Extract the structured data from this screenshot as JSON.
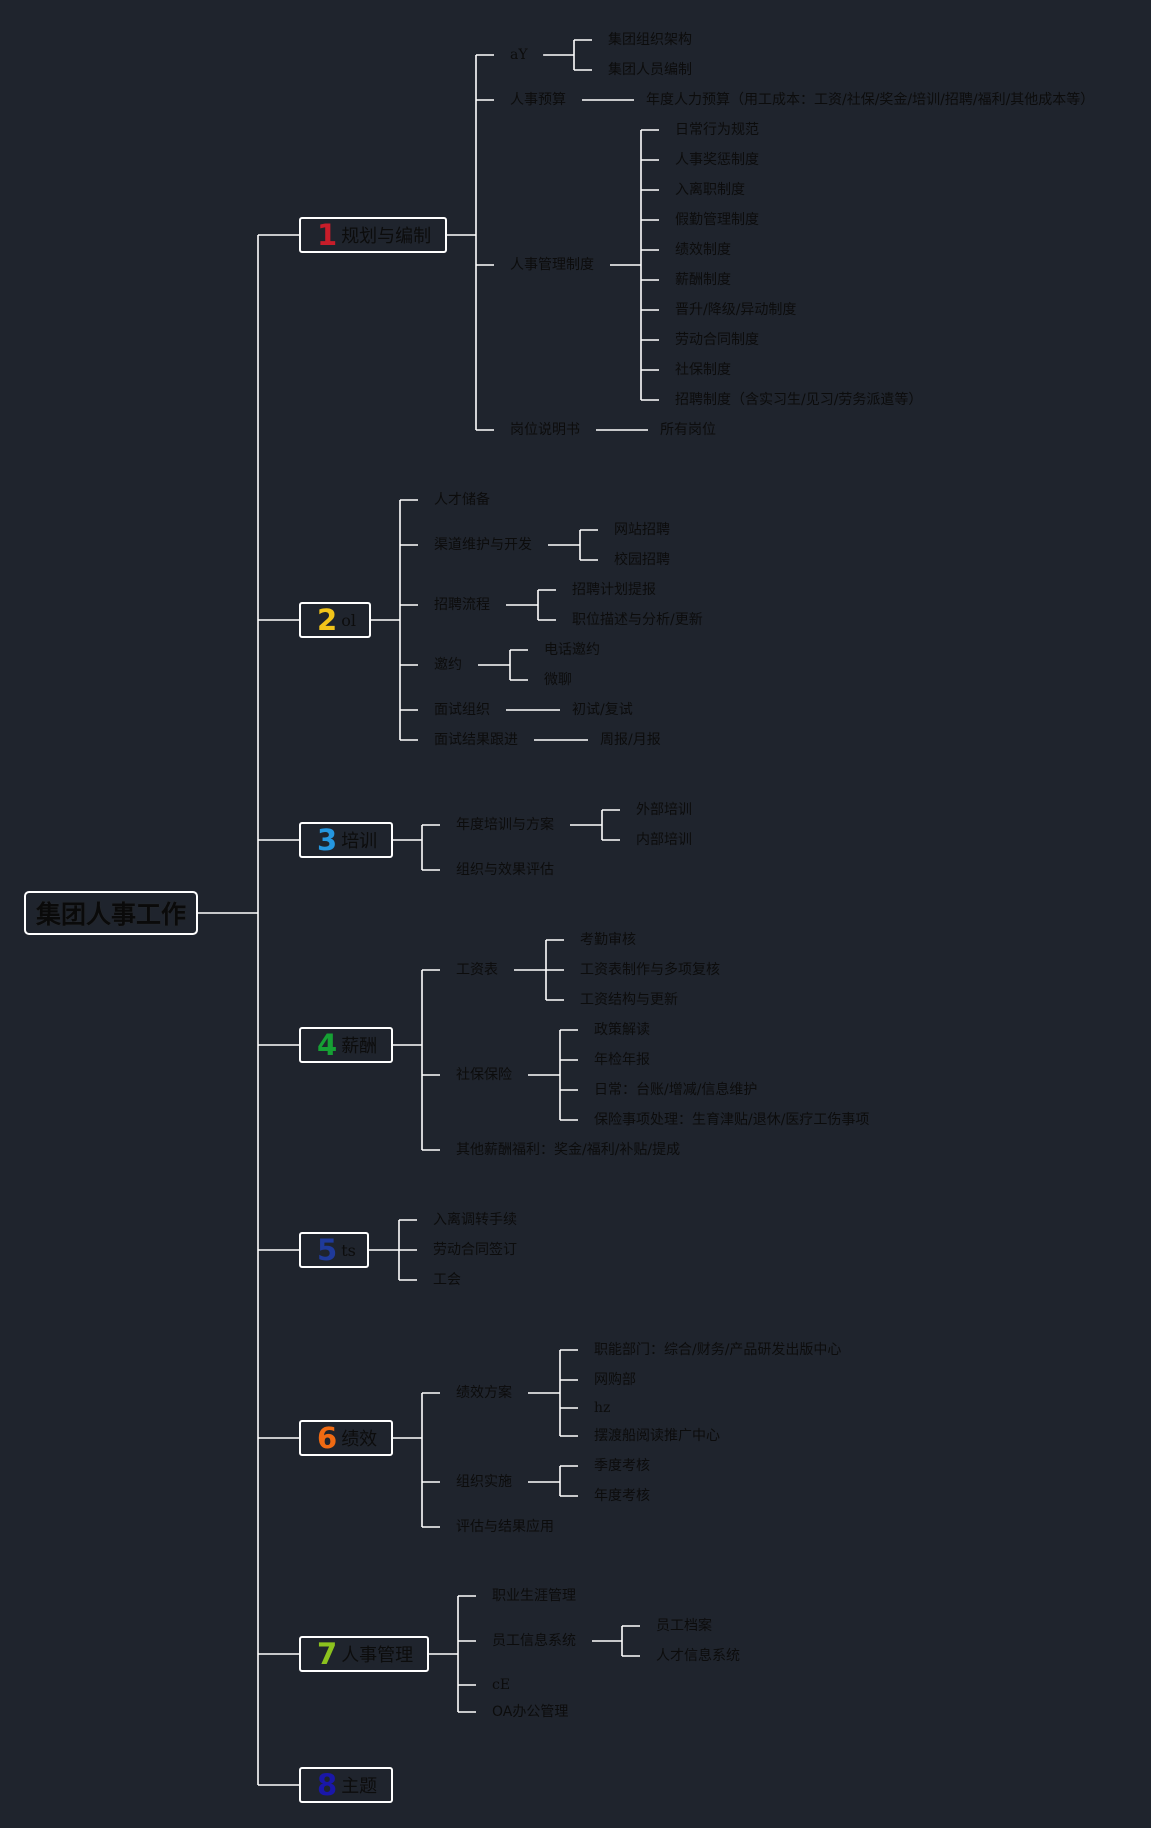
{
  "root": {
    "label": "集团人事工作"
  },
  "branches": [
    {
      "num": "1",
      "color": "#c81d2a",
      "label": "规划与编制",
      "items": [
        {
          "label": "aY",
          "children": [
            "集团组织架构",
            "集团人员编制"
          ]
        },
        {
          "label": "人事预算",
          "children": [
            "年度人力预算（用工成本：工资/社保/奖金/培训/招聘/福利/其他成本等）"
          ]
        },
        {
          "label": "人事管理制度",
          "children": [
            "日常行为规范",
            "人事奖惩制度",
            "入离职制度",
            "假勤管理制度",
            "绩效制度",
            "薪酬制度",
            "晋升/降级/异动制度",
            "劳动合同制度",
            "社保制度",
            "招聘制度（含实习生/见习/劳务派遣等）"
          ]
        },
        {
          "label": "岗位说明书",
          "children": [
            "所有岗位"
          ]
        }
      ]
    },
    {
      "num": "2",
      "color": "#f2c41a",
      "label": "ol",
      "items": [
        {
          "label": "人才储备",
          "children": []
        },
        {
          "label": "渠道维护与开发",
          "children": [
            "网站招聘",
            "校园招聘"
          ]
        },
        {
          "label": "招聘流程",
          "children": [
            "招聘计划提报",
            "职位描述与分析/更新"
          ]
        },
        {
          "label": "邀约",
          "children": [
            "电话邀约",
            "微聊"
          ]
        },
        {
          "label": "面试组织",
          "children": [
            "初试/复试"
          ]
        },
        {
          "label": "面试结果跟进",
          "children": [
            "周报/月报"
          ]
        }
      ]
    },
    {
      "num": "3",
      "color": "#2597e0",
      "label": "培训",
      "items": [
        {
          "label": "年度培训与方案",
          "children": [
            "外部培训",
            "内部培训"
          ]
        },
        {
          "label": "组织与效果评估",
          "children": []
        }
      ]
    },
    {
      "num": "4",
      "color": "#16a034",
      "label": "薪酬",
      "items": [
        {
          "label": "工资表",
          "children": [
            "考勤审核",
            "工资表制作与多项复核",
            "工资结构与更新"
          ]
        },
        {
          "label": "社保保险",
          "children": [
            "政策解读",
            "年检年报",
            "日常：台账/增减/信息维护",
            "保险事项处理：生育津贴/退休/医疗工伤事项"
          ]
        },
        {
          "label": "其他薪酬福利：奖金/福利/补贴/提成",
          "children": []
        }
      ]
    },
    {
      "num": "5",
      "color": "#1f3a9a",
      "label": "ts",
      "items": [
        {
          "label": "入离调转手续",
          "children": []
        },
        {
          "label": "劳动合同签订",
          "children": []
        },
        {
          "label": "工会",
          "children": []
        }
      ]
    },
    {
      "num": "6",
      "color": "#f06a12",
      "label": "绩效",
      "items": [
        {
          "label": "绩效方案",
          "children": [
            "职能部门：综合/财务/产品研发出版中心",
            "网购部",
            "hz",
            "摆渡船阅读推广中心"
          ]
        },
        {
          "label": "组织实施",
          "children": [
            "季度考核",
            "年度考核"
          ]
        },
        {
          "label": "评估与结果应用",
          "children": []
        }
      ]
    },
    {
      "num": "7",
      "color": "#8cc21e",
      "label": "人事管理",
      "items": [
        {
          "label": "职业生涯管理",
          "children": []
        },
        {
          "label": "员工信息系统",
          "children": [
            "员工档案",
            "人才信息系统"
          ]
        },
        {
          "label": "cE",
          "children": []
        },
        {
          "label": "OA办公管理",
          "children": []
        }
      ]
    },
    {
      "num": "8",
      "color": "#1a17a8",
      "label": "主题",
      "items": []
    }
  ]
}
